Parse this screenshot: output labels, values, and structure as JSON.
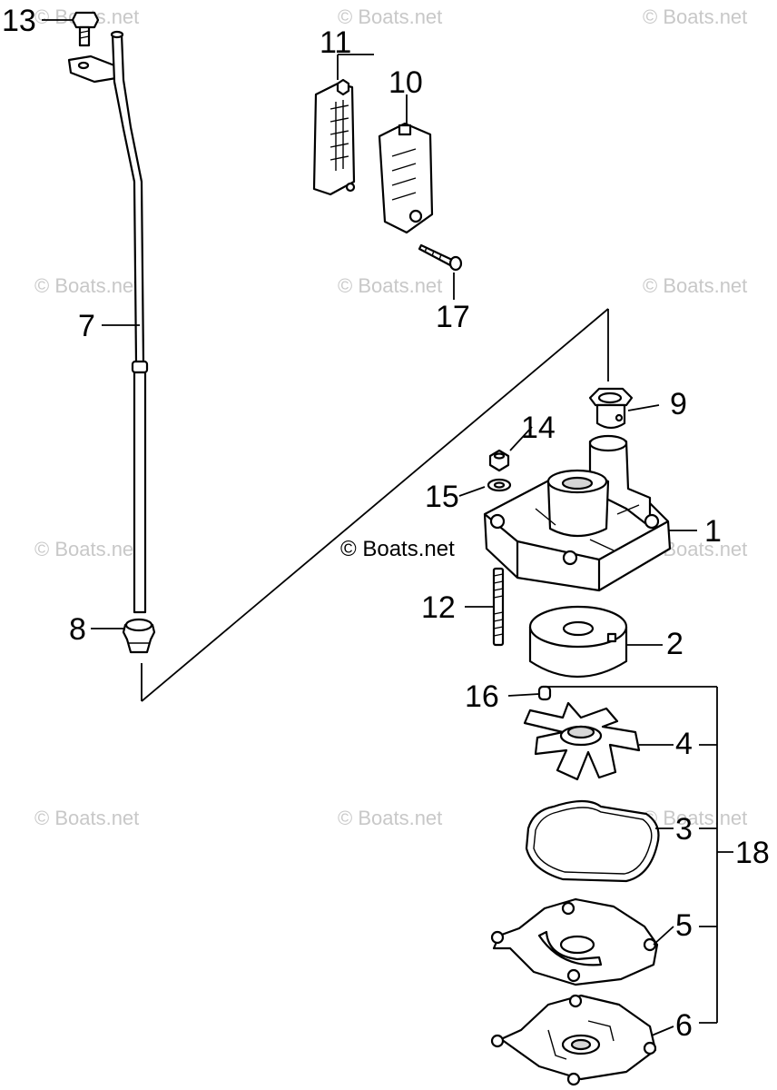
{
  "callouts": {
    "c1": "1",
    "c2": "2",
    "c3": "3",
    "c4": "4",
    "c5": "5",
    "c6": "6",
    "c7": "7",
    "c8": "8",
    "c9": "9",
    "c10": "10",
    "c11": "11",
    "c12": "12",
    "c13": "13",
    "c14": "14",
    "c15": "15",
    "c16": "16",
    "c17": "17",
    "c18": "18"
  },
  "watermark": {
    "text": "© Boats.net",
    "center_text": "© Boats.net"
  },
  "colors": {
    "ink": "#000000",
    "watermark": "#c8c8c8",
    "background": "#ffffff"
  }
}
